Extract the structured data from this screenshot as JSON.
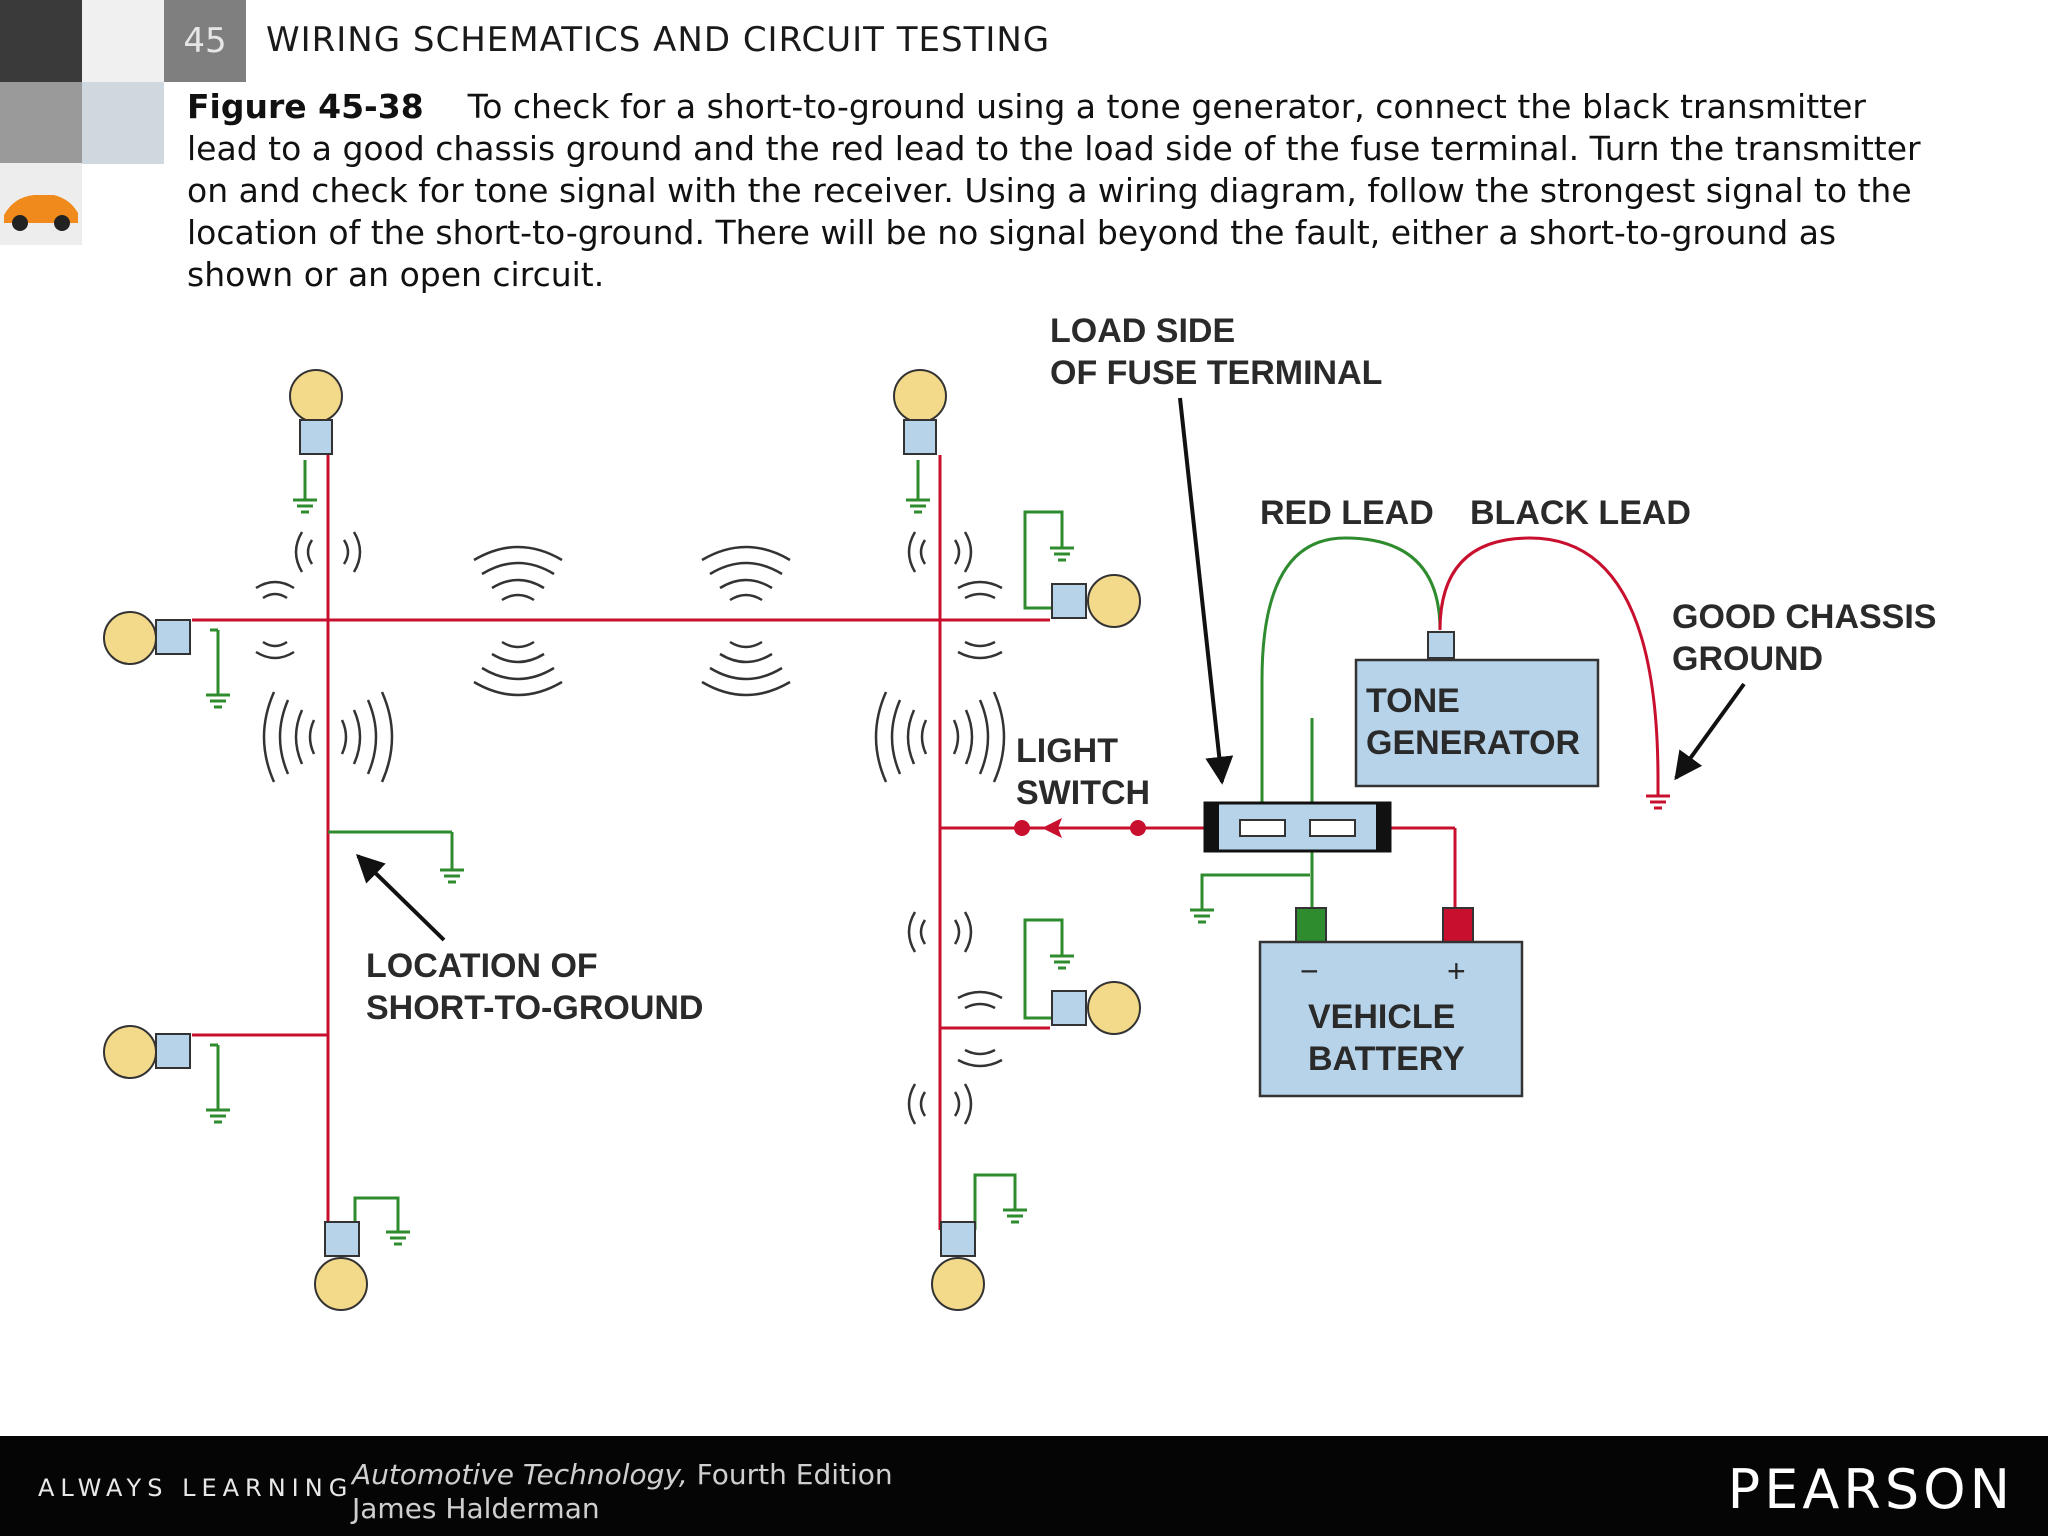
{
  "header": {
    "chapter_number": "45",
    "chapter_title": "WIRING SCHEMATICS AND CIRCUIT TESTING"
  },
  "caption": {
    "figure_label": "Figure 45-38",
    "text": "To check for a short-to-ground using a tone generator, connect the black transmitter lead to a good chassis ground and the red lead to the load side of the fuse terminal. Turn the transmitter on and check for tone signal with the receiver. Using a wiring diagram, follow the strongest signal to the location of the short-to-ground. There will be no signal beyond the fault, either a short-to-ground as shown or an open circuit."
  },
  "diagram": {
    "load_side_line1": "LOAD SIDE",
    "load_side_line2": "OF FUSE TERMINAL",
    "red_lead": "RED LEAD",
    "black_lead": "BLACK LEAD",
    "good_chassis_line1": "GOOD CHASSIS",
    "good_chassis_line2": "GROUND",
    "tone_line1": "TONE",
    "tone_line2": "GENERATOR",
    "light_line1": "LIGHT",
    "light_line2": "SWITCH",
    "location_line1": "LOCATION OF",
    "location_line2": "SHORT-TO-GROUND",
    "battery_line1": "VEHICLE",
    "battery_line2": "BATTERY",
    "minus": "−",
    "plus": "+",
    "colors": {
      "wire_red": "#c8102e",
      "wire_green": "#2e8b2e",
      "box_blue": "#b7d3ea",
      "bulb_yellow": "#f3d98a"
    }
  },
  "footer": {
    "tagline": "ALWAYS LEARNING",
    "book_title": "Automotive Technology,",
    "edition": "Fourth Edition",
    "author": "James Halderman",
    "publisher": "PEARSON"
  }
}
